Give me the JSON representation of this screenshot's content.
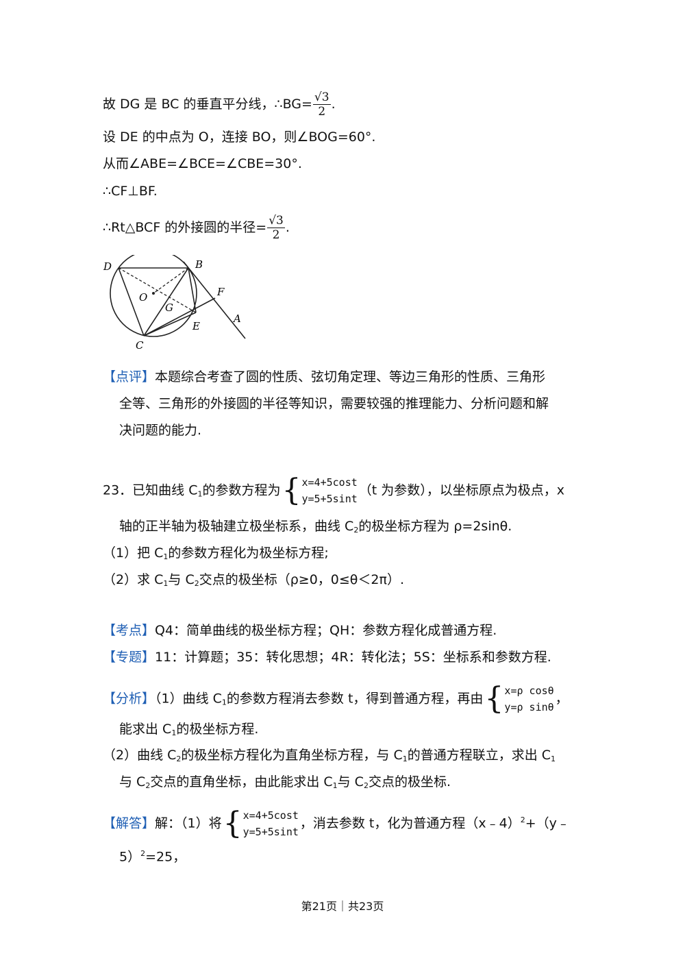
{
  "lines": {
    "l1": {
      "text": "故 DG 是 BC 的垂直平分线，∴BG=",
      "frac_num": "√3",
      "frac_den": "2",
      "end": "."
    },
    "l2": "设 DE 的中点为 O，连接 BO，则∠BOG=60°.",
    "l3": "从而∠ABE=∠BCE=∠CBE=30°.",
    "l4": "∴CF⊥BF.",
    "l5": {
      "text": "∴Rt△BCF 的外接圆的半径=",
      "frac_num": "√3",
      "frac_den": "2",
      "end": "."
    }
  },
  "figure": {
    "labels": {
      "D": "D",
      "B": "B",
      "O": "O",
      "G": "G",
      "F": "F",
      "A": "A",
      "E": "E",
      "C": "C"
    }
  },
  "review": {
    "tag": "【点评】",
    "line1": "本题综合考查了圆的性质、弦切角定理、等边三角形的性质、三角形",
    "line2": "全等、三角形的外接圆的半径等知识，需要较强的推理能力、分析问题和解",
    "line3": "决问题的能力."
  },
  "q23": {
    "a": "23．已知曲线 C",
    "sub1": "1",
    "b": "的参数方程为",
    "eq1": "x=4+5cost",
    "eq2": "y=5+5sint",
    "c": "（t 为参数），以坐标原点为极点，x",
    "line2a": "轴的正半轴为极轴建立极坐标系，曲线 C",
    "sub2": "2",
    "line2b": "的极坐标方程为 ρ=2sinθ.",
    "p1a": "（1）把 C",
    "p1b": "的参数方程化为极坐标方程;",
    "p2a": "（2）求 C",
    "p2b": "与 C",
    "p2c": "交点的极坐标（ρ≥0，0≤θ＜2π）."
  },
  "kaodian": {
    "tag": "【考点】",
    "text": "Q4：简单曲线的极坐标方程；QH：参数方程化成普通方程."
  },
  "zhuanti": {
    "tag": "【专题】",
    "text": "11：计算题；35：转化思想；4R：转化法；5S：坐标系和参数方程."
  },
  "fenxi": {
    "tag": "【分析】",
    "a": "（1）曲线 C",
    "b": "的参数方程消去参数 t，得到普通方程，再由",
    "eq1": "x=ρ cosθ",
    "eq2": "y=ρ sinθ",
    "c": "，",
    "line2a": "能求出 C",
    "line2b": "的极坐标方程.",
    "line3a": "（2）曲线 C",
    "line3b": "的极坐标方程化为直角坐标方程，与 C",
    "line3c": "的普通方程联立，求出 C",
    "line4a": "与 C",
    "line4b": "交点的直角坐标，由此能求出 C",
    "line4c": "与 C",
    "line4d": "交点的极坐标."
  },
  "jieda": {
    "tag": "【解答】",
    "a": "解：（1）将",
    "eq1": "x=4+5cost",
    "eq2": "y=5+5sint",
    "b": "，消去参数 t，化为普通方程（x﹣4）",
    "sup1": "2",
    "c": "+（y﹣",
    "line2a": "5）",
    "line2b": "=25，"
  },
  "footer": "第21页｜共23页"
}
